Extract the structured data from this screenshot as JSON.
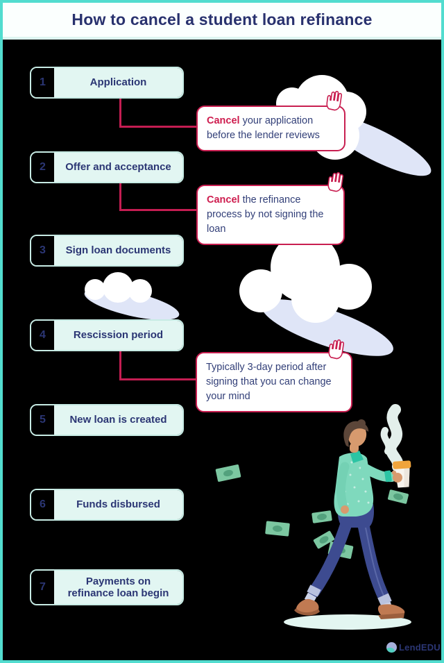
{
  "header": {
    "title": "How to cancel a student loan refinance"
  },
  "steps": [
    {
      "number": "1",
      "label": "Application"
    },
    {
      "number": "2",
      "label": "Offer and acceptance"
    },
    {
      "number": "3",
      "label": "Sign loan documents"
    },
    {
      "number": "4",
      "label": "Rescission period"
    },
    {
      "number": "5",
      "label": "New loan is created"
    },
    {
      "number": "6",
      "label": "Funds disbursed"
    },
    {
      "number": "7",
      "label": "Payments on refinance loan begin"
    }
  ],
  "callouts": [
    {
      "lead": "Cancel",
      "text": " your application before the lender reviews"
    },
    {
      "lead": "Cancel",
      "text": " the refinance process by not signing the loan"
    },
    {
      "lead": "",
      "text": "Typically 3-day period after signing that you can change your mind"
    }
  ],
  "footer": {
    "logo_text": "LendEDU"
  },
  "colors": {
    "frame_border": "#52dccf",
    "background": "#000000",
    "navy_text": "#2b3674",
    "step_fill": "#e2f6f2",
    "step_border": "#c7ebe4",
    "accent_crimson": "#c81e50",
    "cloud_shade": "#dfe5f7",
    "money_green": "#7cc7a1"
  }
}
